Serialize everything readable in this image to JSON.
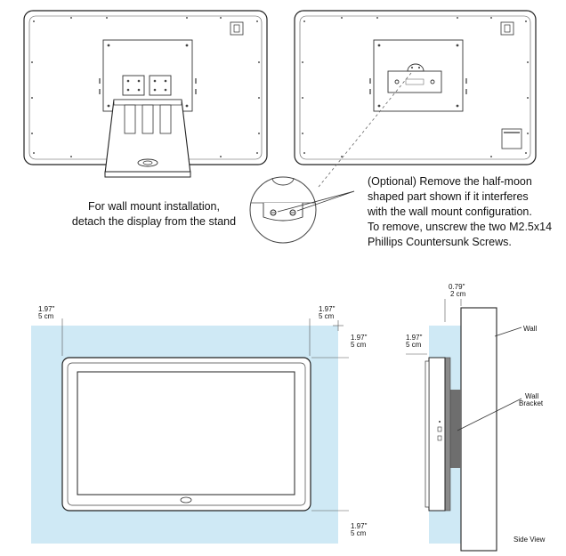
{
  "captions": {
    "stand": [
      "For wall mount installation,",
      "detach the display from the stand"
    ],
    "optional": [
      "(Optional) Remove the half-moon",
      "shaped part shown if it interferes",
      "with the wall mount configuration.",
      "To remove, unscrew the two M2.5x14",
      "Phillips Countersunk Screws."
    ]
  },
  "dimensions": {
    "left_inch": "1.97\"",
    "left_cm": "5 cm",
    "right_inch": "1.97\"",
    "right_cm": "5 cm",
    "top_inch": "1.97\"",
    "top_cm": "5 cm",
    "bottom_inch": "1.97\"",
    "bottom_cm": "5 cm",
    "side_inch": "1.97\"",
    "side_cm": "5 cm",
    "gap_inch": "0.79\"",
    "gap_cm": "2 cm"
  },
  "labels": {
    "wall": "Wall",
    "bracket_1": "Wall",
    "bracket_2": "Bracket",
    "side_view": "Side View"
  },
  "colors": {
    "clearance": "#cfe9f5",
    "bracket": "#6e6e6e",
    "line": "#222222"
  }
}
